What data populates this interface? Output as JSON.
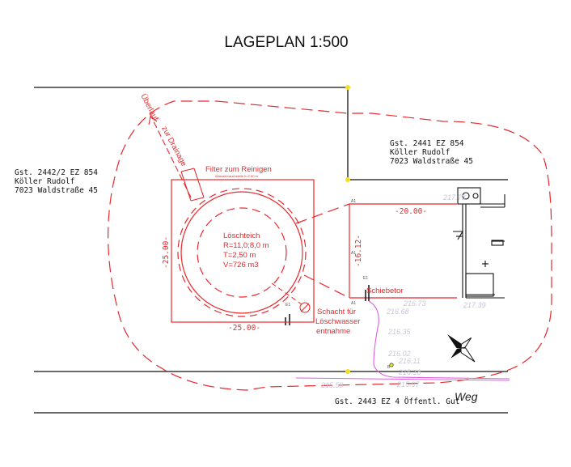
{
  "title": "LAGEPLAN 1:500",
  "parcels": {
    "left": [
      "Gst. 2442/2 EZ 854",
      "Köller Rudolf",
      "7023 Waldstraße 45"
    ],
    "right": [
      "Gst. 2441 EZ 854",
      "Köller Rudolf",
      "7023 Waldstraße 45"
    ],
    "bottom": "Gst. 2443 EZ 4 Öffentl. Gut"
  },
  "road_label": "Weg",
  "pond": {
    "name": "Löschteich",
    "radius": "R=11,0;8,0 m",
    "depth": "T=2,50 m",
    "volume": "V=726 m3",
    "dim_horizontal": "-25.00-",
    "dim_vertical": "-25.00-"
  },
  "annotations": {
    "overflow": "Überlauf",
    "to_drainage": "zur Drainage",
    "filter": "Filter zum Reinigen",
    "filter_small": "Wasserbrauchstelle h=2.50 m",
    "shaft_lines": [
      "Schacht für",
      "Löschwasser",
      "entnahme"
    ],
    "slide_gate": "Schiebetor"
  },
  "driveway": {
    "dim_width": "-20.00-",
    "dim_height": "-16.12-"
  },
  "markers": {
    "e1a": "E1",
    "e1b": "E1",
    "a1": "A1",
    "a2": "A1",
    "a3": "A1",
    "b": "B"
  },
  "elevations": [
    "217.73",
    "216.73",
    "217.39",
    "216.68",
    "216.35",
    "216.02",
    "216.11",
    "216.18",
    "215.58",
    "215.97"
  ],
  "colors": {
    "plan_red": "#e8282c",
    "black": "#111111",
    "elevation_gray": "#c6c6d8",
    "pipe_magenta": "#e060e0",
    "marker_yellow": "#f0e020"
  }
}
